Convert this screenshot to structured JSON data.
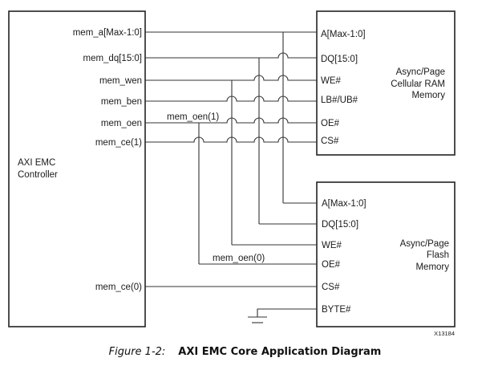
{
  "controller": {
    "name_line1": "AXI EMC",
    "name_line2": "Controller",
    "ports": {
      "mem_a": "mem_a[Max-1:0]",
      "mem_dq": "mem_dq[15:0]",
      "mem_wen": "mem_wen",
      "mem_ben": "mem_ben",
      "mem_oen": "mem_oen",
      "mem_ce1": "mem_ce(1)",
      "mem_ce0": "mem_ce(0)"
    }
  },
  "net_labels": {
    "oen1": "mem_oen(1)",
    "oen0": "mem_oen(0)"
  },
  "cellular_ram": {
    "title_line1": "Async/Page",
    "title_line2": "Cellular RAM",
    "title_line3": "Memory",
    "pins": {
      "a": "A[Max-1:0]",
      "dq": "DQ[15:0]",
      "we": "WE#",
      "lbub": "LB#/UB#",
      "oe": "OE#",
      "cs": "CS#"
    }
  },
  "flash": {
    "title_line1": "Async/Page",
    "title_line2": "Flash",
    "title_line3": "Memory",
    "pins": {
      "a": "A[Max-1:0]",
      "dq": "DQ[15:0]",
      "we": "WE#",
      "oe": "OE#",
      "cs": "CS#",
      "byte": "BYTE#"
    }
  },
  "figure_id": "X13184",
  "caption": {
    "number": "Figure 1-2:",
    "title": "AXI EMC Core Application Diagram"
  }
}
